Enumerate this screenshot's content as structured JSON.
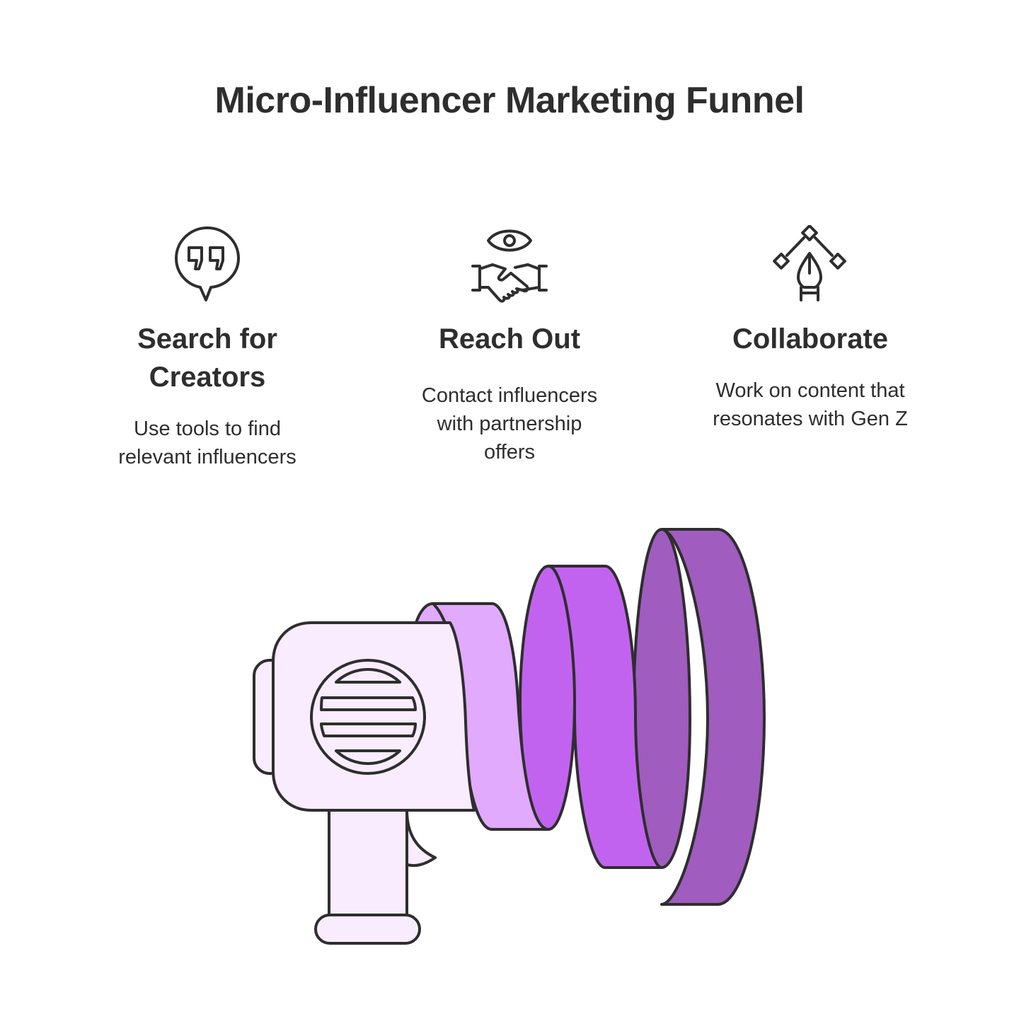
{
  "title": "Micro-Influencer Marketing Funnel",
  "steps": [
    {
      "icon": "quote-bubble-icon",
      "heading_line1": "Search for",
      "heading_line2": "Creators",
      "desc_line1": "Use tools to find",
      "desc_line2": "relevant influencers"
    },
    {
      "icon": "eye-handshake-icon",
      "heading_line1": "Reach Out",
      "desc_line1": "Contact influencers",
      "desc_line2": "with partnership",
      "desc_line3": "offers"
    },
    {
      "icon": "pen-tool-vector-icon",
      "heading_line1": "Collaborate",
      "desc_line1": "Work on content that",
      "desc_line2": "resonates with Gen Z"
    }
  ],
  "illustration": {
    "subject": "megaphone-funnel",
    "colors": {
      "body": "#f9ecfe",
      "ring_1": "#e1aafd",
      "ring_2": "#c263ef",
      "ring_3": "#a05cbf",
      "outline": "#2e2e2e"
    }
  }
}
